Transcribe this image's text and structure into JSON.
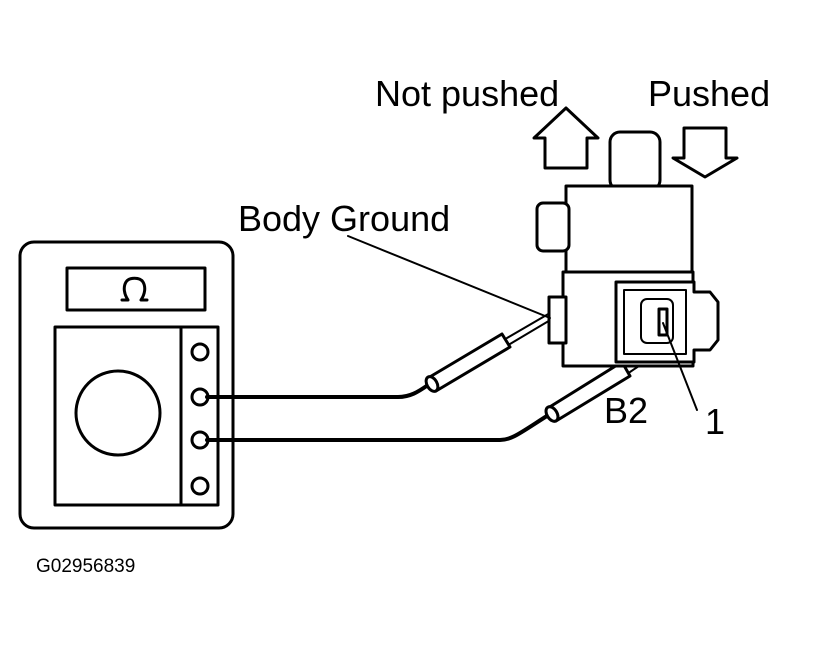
{
  "labels": {
    "not_pushed": "Not pushed",
    "pushed": "Pushed",
    "body_ground": "Body Ground",
    "terminal": "B2",
    "pin": "1",
    "figure_code": "G02956839"
  },
  "meter": {
    "display_symbol": "Ω",
    "display_icon": "ohm-symbol-icon"
  }
}
